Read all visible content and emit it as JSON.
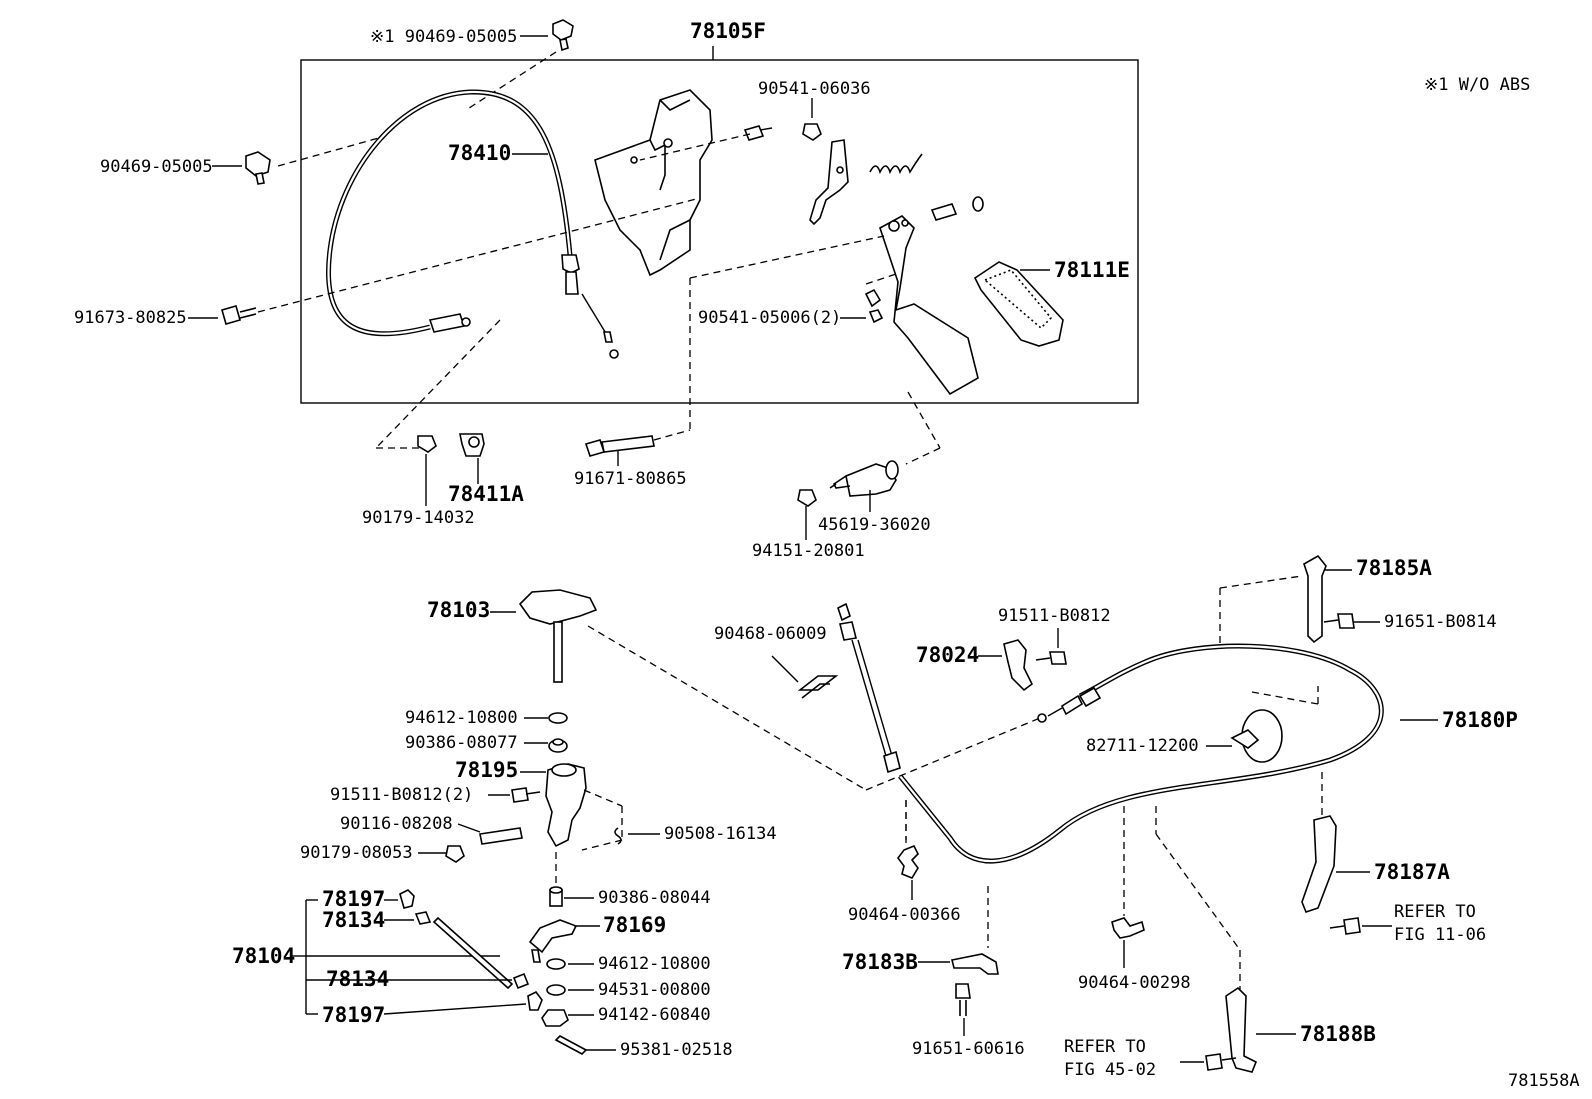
{
  "note": "※1 W/O ABS",
  "figure_code": "781558A",
  "labels": {
    "p78105F": "78105F",
    "p90469_05005_top": "※1 90469-05005",
    "p90469_05005_left": "90469-05005",
    "p78410": "78410",
    "p90541_06036": "90541-06036",
    "p78111E": "78111E",
    "p91673_80825": "91673-80825",
    "p90541_05006": "90541-05006(2)",
    "p90179_14032": "90179-14032",
    "p78411A": "78411A",
    "p91671_80865": "91671-80865",
    "p45619_36020": "45619-36020",
    "p94151_20801": "94151-20801",
    "p78103": "78103",
    "p94612_10800_a": "94612-10800",
    "p90386_08077": "90386-08077",
    "p78195": "78195",
    "p91511_B0812_2": "91511-B0812(2)",
    "p90116_08208": "90116-08208",
    "p90179_08053": "90179-08053",
    "p90508_16134": "90508-16134",
    "p78197_a": "78197",
    "p78134_a": "78134",
    "p78104": "78104",
    "p78134_b": "78134",
    "p78197_b": "78197",
    "p90386_08044": "90386-08044",
    "p78169": "78169",
    "p94612_10800_b": "94612-10800",
    "p94531_00800": "94531-00800",
    "p94142_60840": "94142-60840",
    "p95381_02518": "95381-02518",
    "p90468_06009": "90468-06009",
    "p91511_B0812": "91511-B0812",
    "p78024": "78024",
    "p78185A": "78185A",
    "p91651_B0814": "91651-B0814",
    "p78180P": "78180P",
    "p82711_12200": "82711-12200",
    "p78187A": "78187A",
    "p_refer_1106_a": "REFER TO",
    "p_refer_1106_b": "FIG 11-06",
    "p90464_00366": "90464-00366",
    "p78183B": "78183B",
    "p91651_60616": "91651-60616",
    "p90464_00298": "90464-00298",
    "p78188B": "78188B",
    "p_refer_4502_a": "REFER TO",
    "p_refer_4502_b": "FIG 45-02"
  }
}
